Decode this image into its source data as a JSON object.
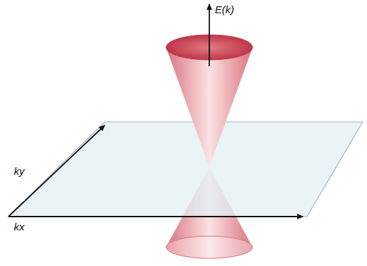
{
  "diagram": {
    "labels": [
      "E(k)",
      "ky",
      "kx"
    ]
  }
}
